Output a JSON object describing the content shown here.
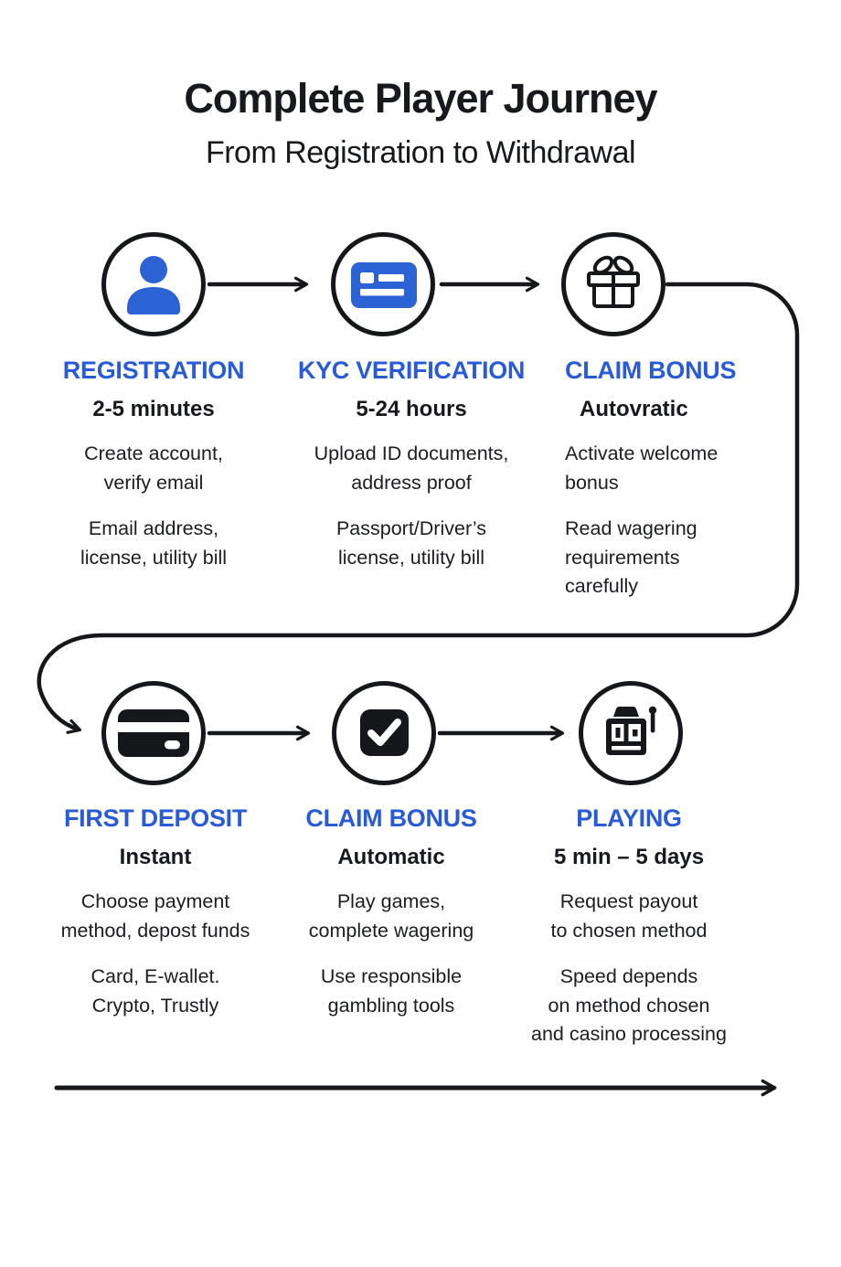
{
  "page": {
    "title": "Complete Player Journey",
    "subtitle": "From Registration to Withdrawal"
  },
  "colors": {
    "accent_blue": "#2a5bd7",
    "icon_blue": "#2b62d4",
    "ink": "#17191d"
  },
  "steps": [
    {
      "id": "registration",
      "icon": "user-icon",
      "title": "REGISTRATION",
      "duration": "2-5 minutes",
      "action": "Create account,\nverify email",
      "requirements": "Email address,\nlicense, utility bill"
    },
    {
      "id": "kyc-verification",
      "icon": "id-card-icon",
      "title": "KYC VERIFICATION",
      "duration": "5-24 hours",
      "action": "Upload ID documents,\naddress proof",
      "requirements": "Passport/Driver’s\nlicense, utility bill"
    },
    {
      "id": "claim-bonus",
      "icon": "gift-icon",
      "title": "CLAIM BONUS",
      "duration": "Autovratic",
      "action": "Activate welcome\nbonus",
      "requirements": "Read wagering\nrequirements\ncarefully"
    },
    {
      "id": "first-deposit",
      "icon": "credit-card-icon",
      "title": "FIRST DEPOSIT",
      "duration": "Instant",
      "action": "Choose payment\nmethod, depost funds",
      "requirements": "Card, E-wallet.\nCrypto, Trustly"
    },
    {
      "id": "claim-bonus-automatic",
      "icon": "checkbox-icon",
      "title": "CLAIM BONUS",
      "duration": "Automatic",
      "action": "Play games,\ncomplete wagering",
      "requirements": "Use responsible\ngambling tools"
    },
    {
      "id": "playing",
      "icon": "slot-machine-icon",
      "title": "PLAYING",
      "duration": "5 min – 5 days",
      "action": "Request payout\nto chosen method",
      "requirements": "Speed depends\non method chosen\nand casino processing"
    }
  ]
}
